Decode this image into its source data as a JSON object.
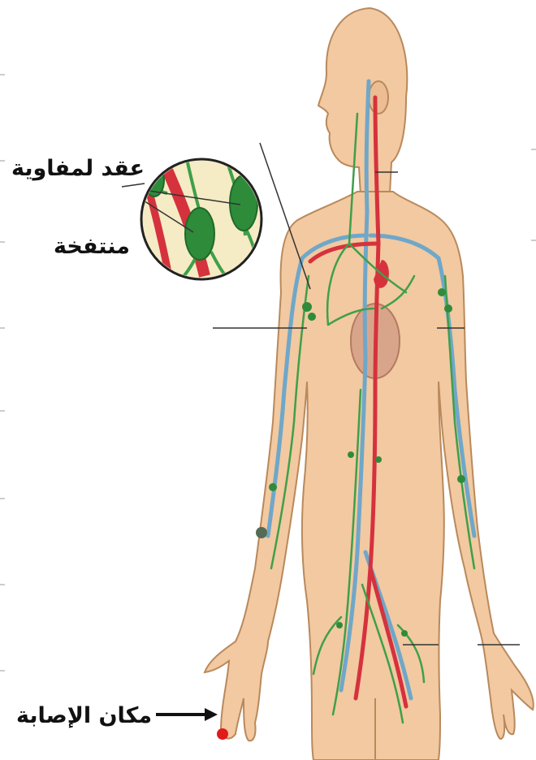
{
  "labels": {
    "swollen_nodes_line1": "عقد لمفاوية",
    "swollen_nodes_line2": "منتفخة",
    "injury_site": "مكان الإصابة"
  },
  "colors": {
    "skin": "#f2c9a0",
    "skin_outline": "#b9895c",
    "artery": "#d5323d",
    "vein": "#6fa7c9",
    "lymph": "#3f9f4a",
    "lymph_node": "#2e8b3a",
    "heart": "#d9a58a",
    "injury_marker": "#e11b1b"
  },
  "icons": {
    "zoom_circle": "magnified-lymph-node-icon",
    "arrow": "pointer-arrow-icon"
  }
}
